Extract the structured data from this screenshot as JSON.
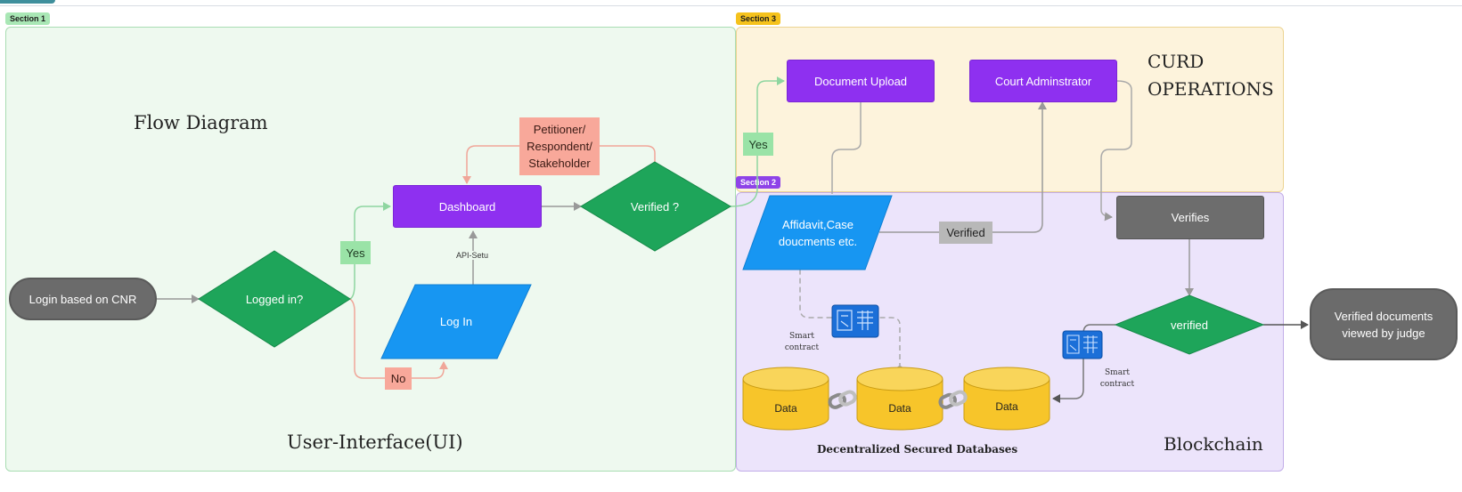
{
  "sections": {
    "section1_tag": "Section 1",
    "section2_tag": "Section 2",
    "section3_tag": "Section 3"
  },
  "titles": {
    "flow_diagram": "Flow Diagram",
    "ui": "User-Interface(UI)",
    "curd_line1": "CURD",
    "curd_line2": "OPERATIONS",
    "blockchain": "Blockchain",
    "databases": "Decentralized Secured Databases"
  },
  "nodes": {
    "login_cnr": "Login based on CNR",
    "logged_in": "Logged in?",
    "dashboard": "Dashboard",
    "log_in": "Log In",
    "verified_q": "Verified ?",
    "petitioner": "Petitioner/ Respondent/ Stakeholder",
    "document_upload": "Document Upload",
    "court_admin": "Court Adminstrator",
    "affidavit": "Affidavit,Case doucments etc.",
    "verifies": "Verifies",
    "verified_diamond": "verified",
    "verified_docs": "Verified documents viewed by judge"
  },
  "edge_labels": {
    "yes_left": "Yes",
    "no": "No",
    "api_setu": "API-Setu",
    "yes_top": "Yes",
    "verified_tag": "Verified",
    "smart_contract_1": "Smart contract",
    "smart_contract_2": "Smart contract"
  },
  "databases": [
    "Data",
    "Data",
    "Data"
  ],
  "icons": {
    "chain": "chain-link-icon",
    "contract": "smart-contract-blueprint-icon"
  },
  "colors": {
    "green_diamond": "#1ea55a",
    "blue_parallelogram": "#1796f2",
    "purple_box": "#8e30f0",
    "grey_box": "#6d6d6d",
    "database_yellow": "#f7c52a",
    "green_link": "#8ed6a0",
    "red_link": "#f0a699"
  }
}
